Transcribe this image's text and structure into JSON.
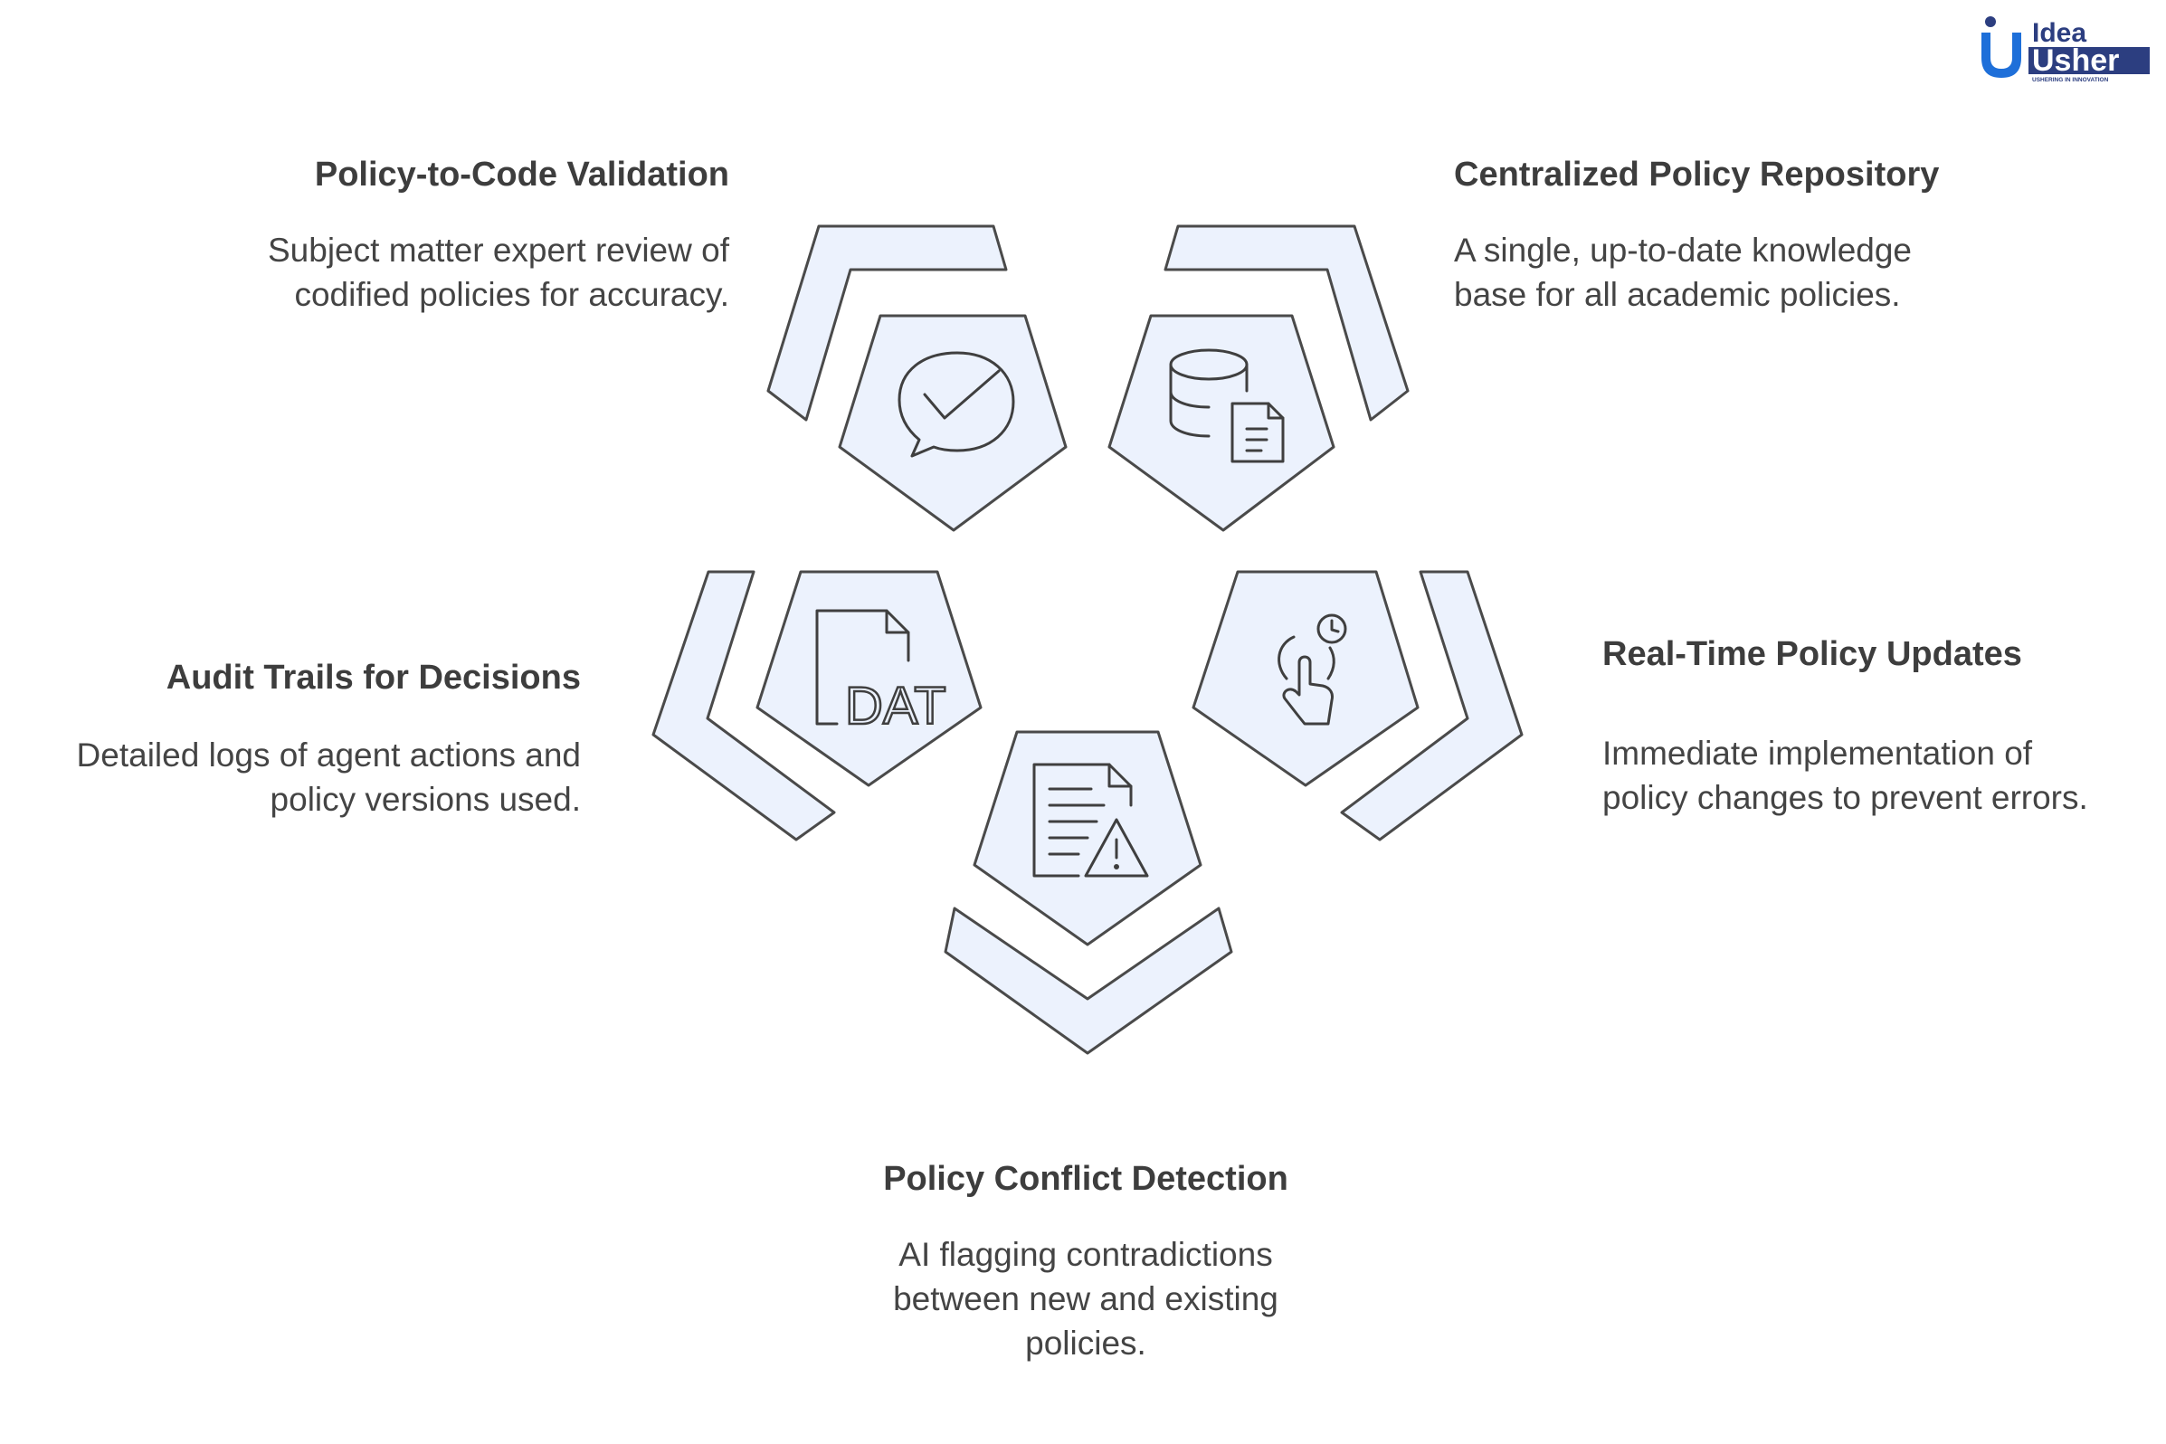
{
  "logo": {
    "top_text": "Idea",
    "main_text": "Usher",
    "tagline": "USHERING IN INNOVATION",
    "brand_colors": {
      "blue": "#1e6fd9",
      "navy": "#2c3e80"
    }
  },
  "diagram": {
    "colors": {
      "fill": "#ecf2fd",
      "stroke": "#4a4a4a"
    },
    "items": [
      {
        "title": "Policy-to-Code Validation",
        "description": "Subject matter expert review of codified policies for accuracy.",
        "icon": "chat-check-icon"
      },
      {
        "title": "Centralized Policy Repository",
        "description": "A single, up-to-date knowledge base for all academic policies.",
        "icon": "database-document-icon"
      },
      {
        "title": "Real-Time Policy Updates",
        "description": "Immediate implementation of policy changes to prevent errors.",
        "icon": "hand-clock-icon"
      },
      {
        "title": "Policy Conflict Detection",
        "description": "AI flagging contradictions between new and existing policies.",
        "icon": "document-warning-icon"
      },
      {
        "title": "Audit Trails for Decisions",
        "description": "Detailed logs of agent actions and policy versions used.",
        "icon": "dat-file-icon"
      }
    ],
    "dat_icon_label": "DAT"
  }
}
